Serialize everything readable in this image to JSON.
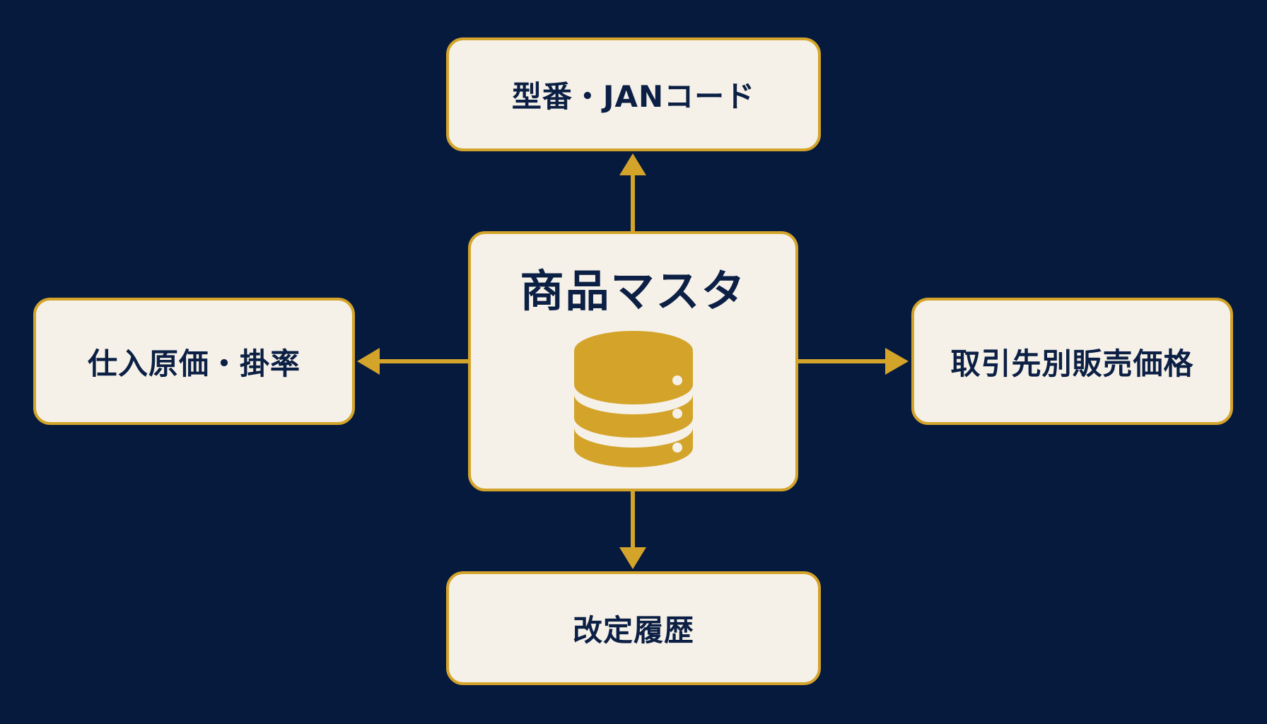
{
  "diagram": {
    "center": {
      "title": "商品マスタ",
      "icon": "database-icon"
    },
    "nodes": {
      "top": "型番・JANコード",
      "left": "仕入原価・掛率",
      "right": "取引先別販売価格",
      "bottom": "改定履歴"
    }
  },
  "colors": {
    "background": "#061a3d",
    "box_fill": "#f5f1e8",
    "accent": "#d4a42a",
    "text": "#0c1f44"
  }
}
